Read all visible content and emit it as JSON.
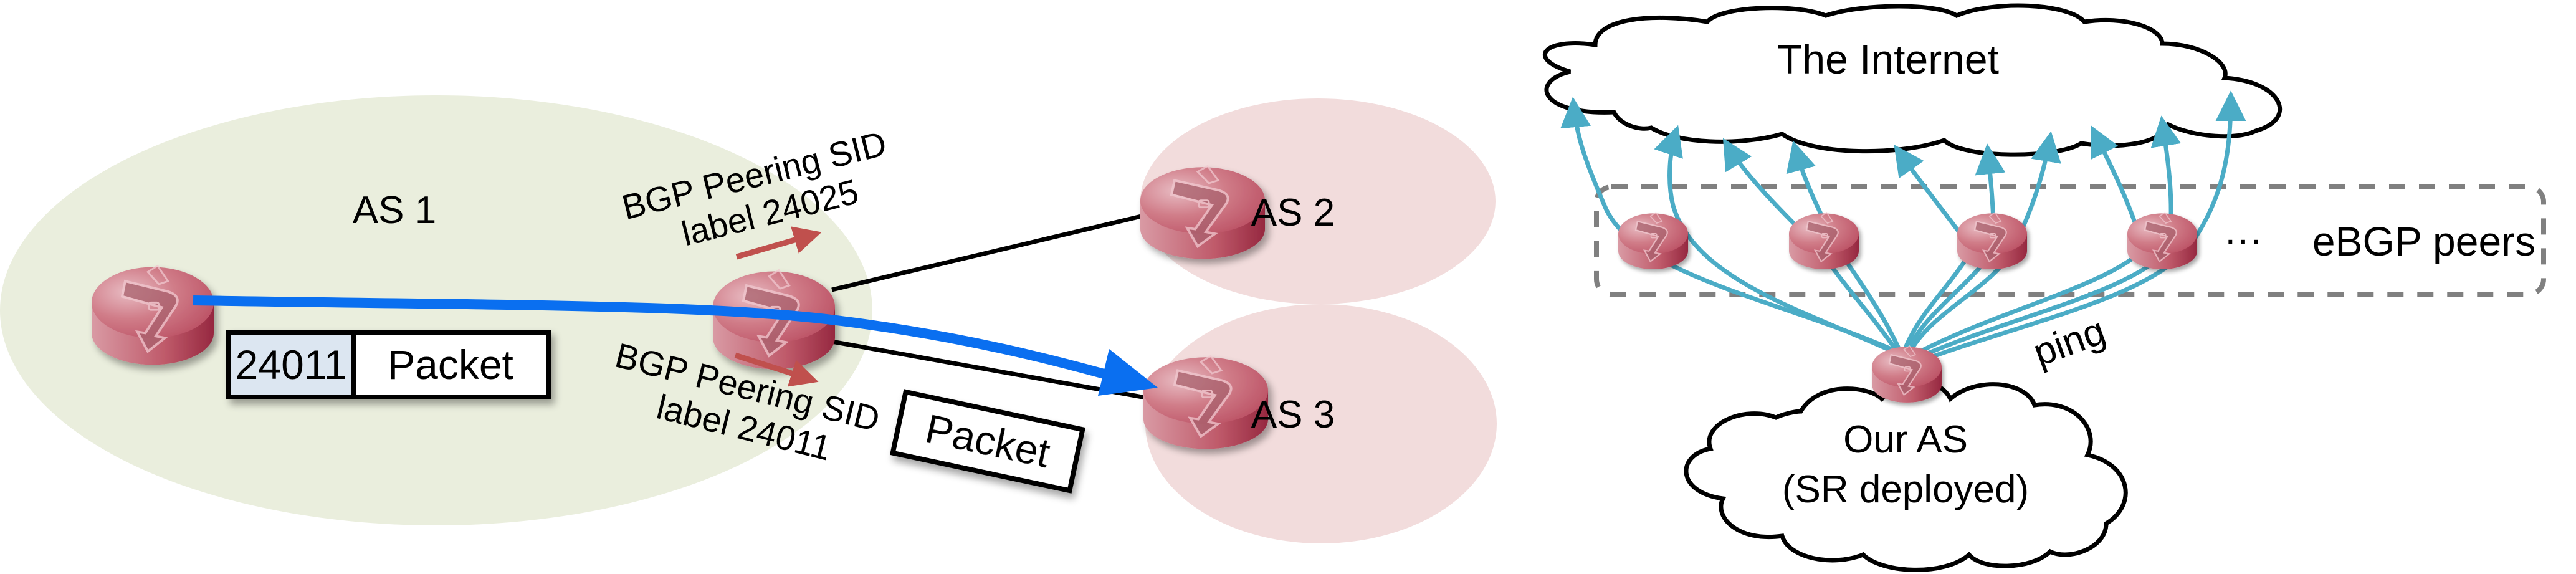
{
  "left_panel": {
    "as_labels": {
      "as1": "AS 1",
      "as2": "AS 2",
      "as3": "AS 3"
    },
    "sid_top": {
      "line1": "BGP Peering SID",
      "line2": "label 24025"
    },
    "sid_bottom": {
      "line1": "BGP Peering SID",
      "line2": "label 24011"
    },
    "packet_labeled": {
      "label": "24011",
      "payload": "Packet"
    },
    "packet_plain": {
      "payload": "Packet"
    },
    "routers": [
      "as1-ingress-router",
      "as1-border-router",
      "as2-router",
      "as3-router"
    ],
    "path_arrow_color": "#0a6ff0",
    "sid_arrow_color": "#c0504d"
  },
  "right_panel": {
    "internet_label": "The Internet",
    "peers_label": "eBGP peers",
    "ellipsis": "···",
    "our_as": {
      "line1": "Our AS",
      "line2": "(SR deployed)"
    },
    "ping_label": "ping",
    "peer_count_shown": 4,
    "probe_color": "#4bacc6",
    "peer_box_color": "#808080"
  },
  "colors": {
    "as1_fill": "#eaeedd",
    "as_other_fill": "#f2dcdc",
    "router_body": "#c4606e",
    "router_top": "#d27a86",
    "label_cell_fill": "#dce6f1"
  }
}
